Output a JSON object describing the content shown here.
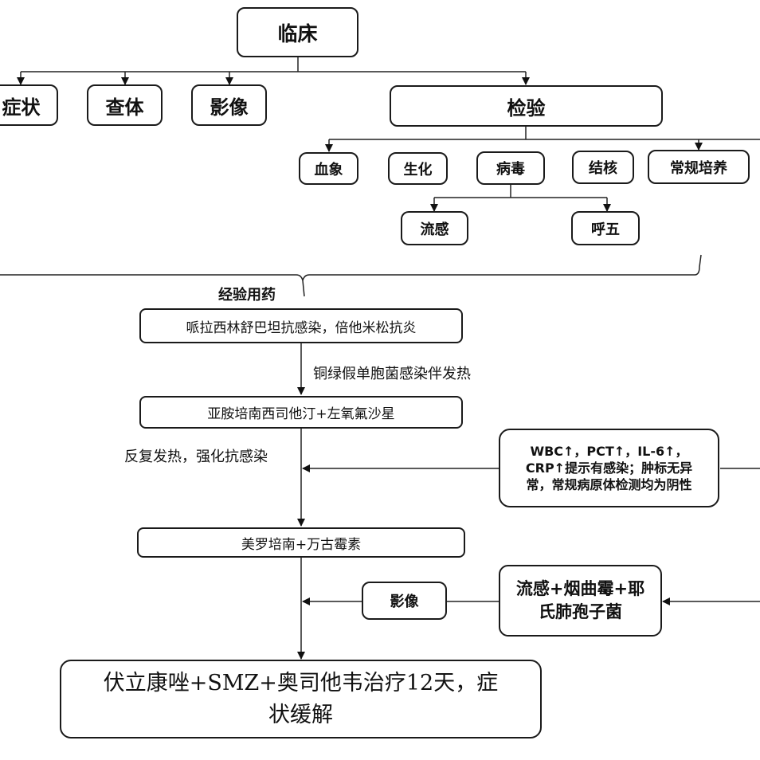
{
  "diagram": {
    "top": {
      "root": "临床"
    },
    "level1": [
      "症状",
      "查体",
      "影像",
      "检验"
    ],
    "lab_tests": [
      "血象",
      "生化",
      "病毒",
      "结核",
      "常规培养"
    ],
    "virus_tests": [
      "流感",
      "呼五"
    ],
    "brace_label": "经验用药",
    "steps": [
      "哌拉西林舒巴坦抗感染，倍他米松抗炎",
      "亚胺培南西司他汀+左氧氟沙星",
      "美罗培南+万古霉素",
      "伏立康唑+SMZ+奥司他韦治疗12天，症状缓解"
    ],
    "edge_labels": {
      "step1_to_step2": "铜绿假单胞菌感染伴发热",
      "step2_to_step3": "反复发热，强化抗感染"
    },
    "side_notes": {
      "lab_findings": "WBC↑，PCT↑，IL-6↑，CRP↑提示有感染；肿标无异常，常规病原体检测均为阴性",
      "imaging": "影像",
      "pathogens": "流感+烟曲霉+耶氏肺孢子菌"
    }
  }
}
